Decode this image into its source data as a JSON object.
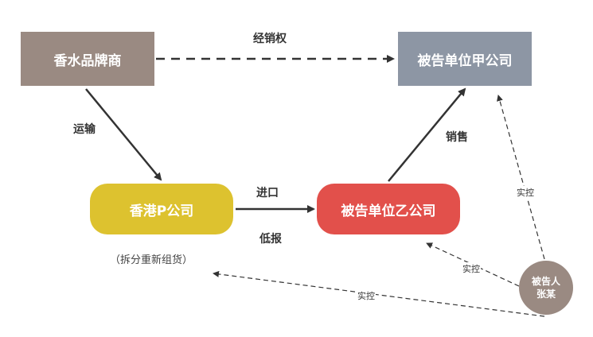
{
  "nodes": {
    "brand": "香水品牌商",
    "company_a": "被告单位甲公司",
    "hk_p": "香港P公司",
    "company_b": "被告单位乙公司",
    "person_line1": "被告人",
    "person_line2": "张某"
  },
  "edges": {
    "distribution_right": "经销权",
    "transport": "运输",
    "import": "进口",
    "under_report": "低报",
    "sales": "销售",
    "control_a": "实控",
    "control_b": "实控",
    "control_p": "实控"
  },
  "note": "（拆分重新组货）",
  "colors": {
    "brand": "#9a8a82",
    "company_a": "#8d96a4",
    "hk_p": "#ddc22f",
    "company_b": "#e2504b",
    "person": "#9a8a82",
    "arrow": "#333333"
  }
}
